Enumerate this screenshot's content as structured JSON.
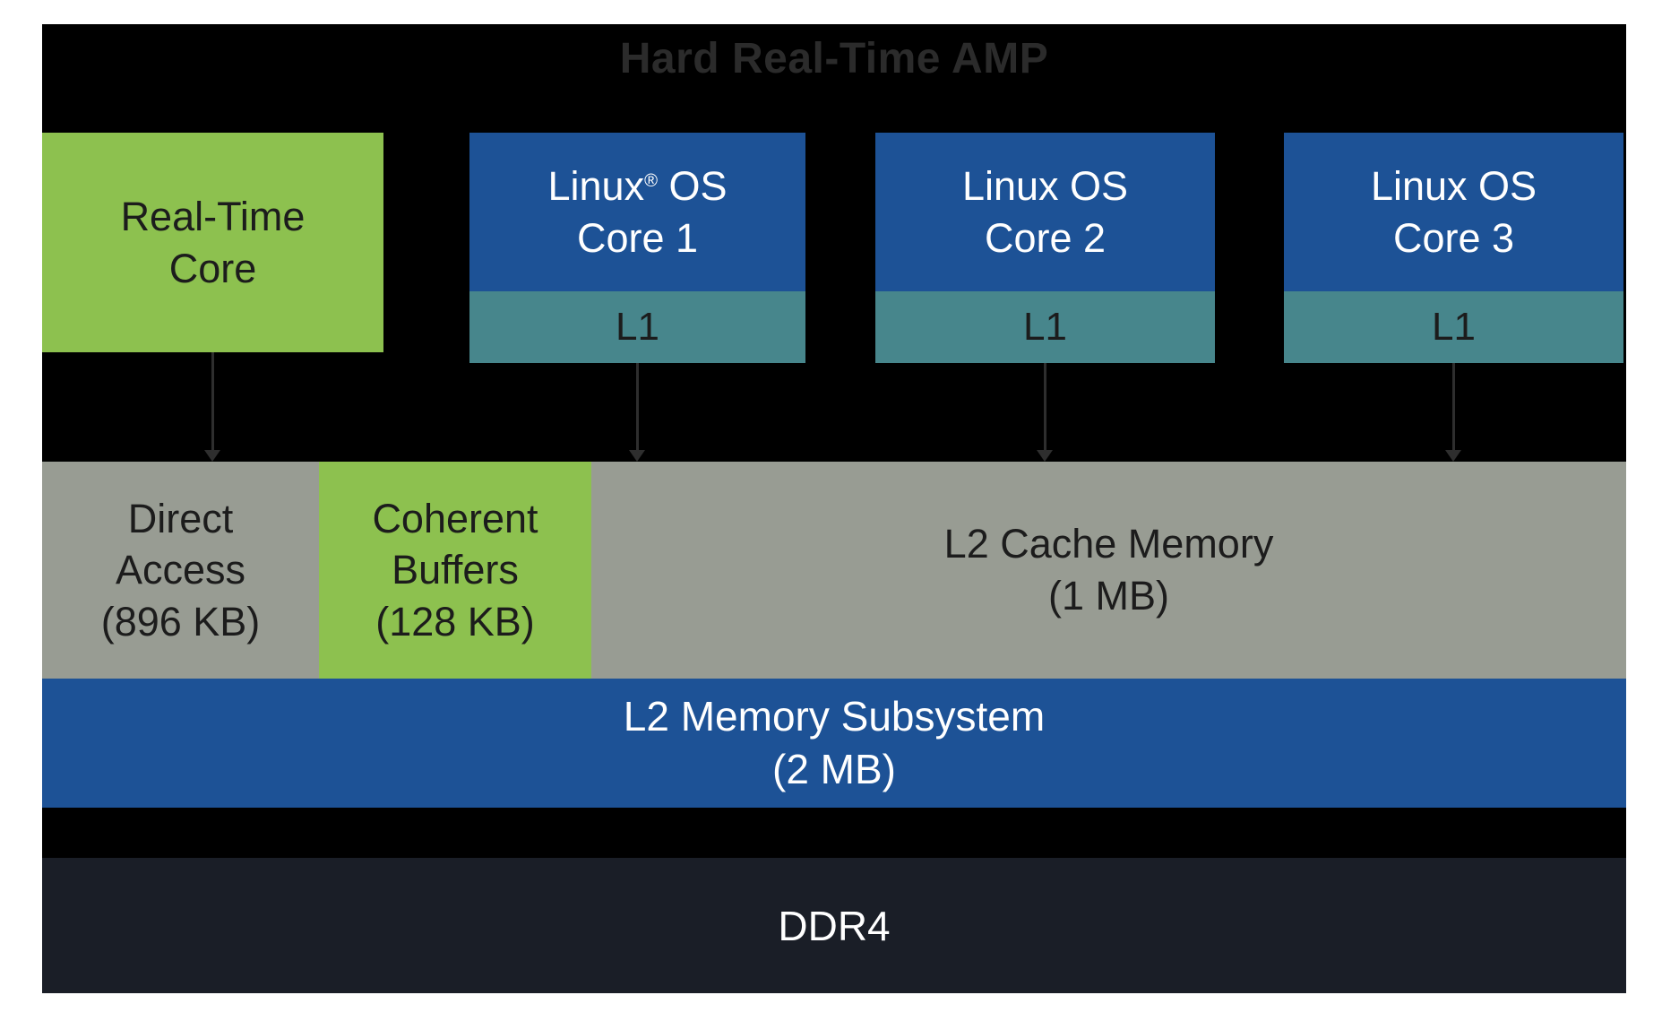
{
  "title": "Hard Real-Time AMP",
  "colors": {
    "canvas": "#000000",
    "title_text": "#2B2B2B",
    "green": "#8DC14F",
    "blue": "#1D5296",
    "teal": "#47868C",
    "gray": "#989C93",
    "ddr4_bg": "#1A1E27",
    "dark_text": "#1C1C1C",
    "white_text": "#FFFFFF",
    "arrow": "#2E2E2E"
  },
  "realtime_core": {
    "lines": [
      "Real-Time",
      "Core"
    ]
  },
  "linux_cores": [
    {
      "os_prefix": "Linux",
      "registered_mark": "®",
      "os_suffix": " OS",
      "core_label": "Core 1",
      "l1_label": "L1"
    },
    {
      "os_prefix": "Linux",
      "registered_mark": "",
      "os_suffix": " OS",
      "core_label": "Core 2",
      "l1_label": "L1"
    },
    {
      "os_prefix": "Linux",
      "registered_mark": "",
      "os_suffix": " OS",
      "core_label": "Core 3",
      "l1_label": "L1"
    }
  ],
  "memory_row": {
    "direct_access": {
      "lines": [
        "Direct",
        "Access",
        "(896 KB)"
      ]
    },
    "coherent_buffers": {
      "lines": [
        "Coherent",
        "Buffers",
        "(128 KB)"
      ]
    },
    "l2_cache": {
      "lines": [
        "L2 Cache Memory",
        "(1 MB)"
      ]
    }
  },
  "l2_subsystem": {
    "lines": [
      "L2 Memory Subsystem",
      "(2 MB)"
    ]
  },
  "ddr4": {
    "label": "DDR4"
  }
}
